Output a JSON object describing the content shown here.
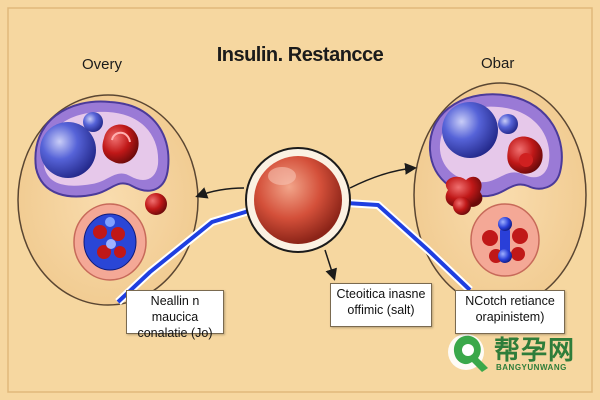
{
  "title": "Insulin. Restancce",
  "left_heading": "Overy",
  "right_heading": "Obar",
  "callouts": {
    "left": [
      "Neallin n maucica",
      "conalatie (Jo)"
    ],
    "middle": [
      "Cteoitica inasne",
      "offimic (salt)"
    ],
    "right": [
      "NCotch retiance",
      "orapinistem)"
    ]
  },
  "watermark": {
    "chinese": "帮孕网",
    "english": "BANGYUNWANG"
  },
  "colors": {
    "background": "#f6d7a0",
    "panel_border": "#5a4632",
    "insulin_path": "#1f3fe0",
    "nucleus_blue": "#4a5bd6",
    "cell_red": "#c81e1e",
    "watermark_green": "#2f7d3a"
  }
}
